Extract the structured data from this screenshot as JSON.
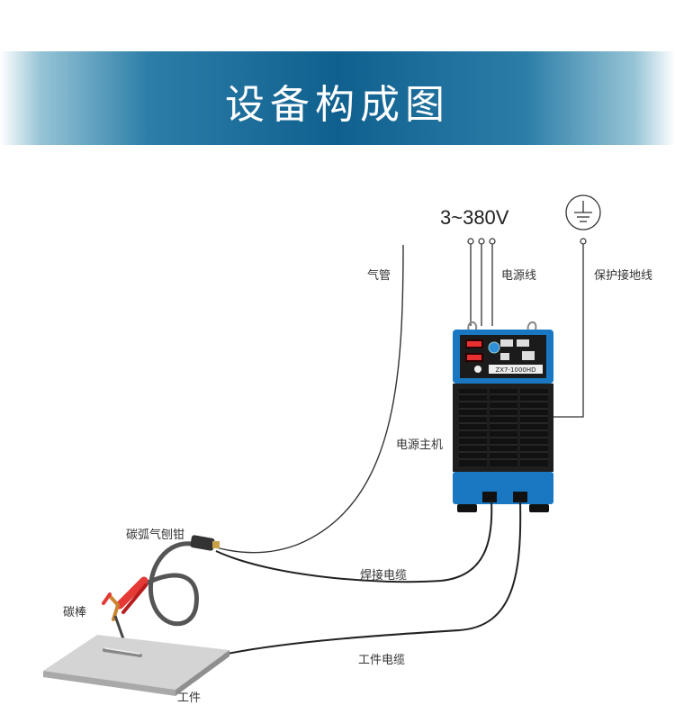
{
  "header": {
    "title": "设备构成图"
  },
  "diagram": {
    "voltage": "3~380V",
    "labels": {
      "gas_pipe": "气管",
      "power_cable": "电源线",
      "ground_wire": "保护接地线",
      "main_unit": "电源主机",
      "gouging_torch": "碳弧气刨钳",
      "welding_cable": "焊接电缆",
      "carbon_rod": "碳棒",
      "work_cable": "工件电缆",
      "workpiece": "工件"
    },
    "machine": {
      "model": "ZX7-1000HD",
      "brand_color": "#1a78c2",
      "body_color": "#1e1e1e",
      "display_color": "#e83030"
    },
    "icons": [
      "ground-symbol-icon"
    ],
    "colors": {
      "banner": "#10608f",
      "cable": "#222222",
      "torch_handle": "#e53935",
      "workpiece": "#c9c9c9"
    }
  }
}
